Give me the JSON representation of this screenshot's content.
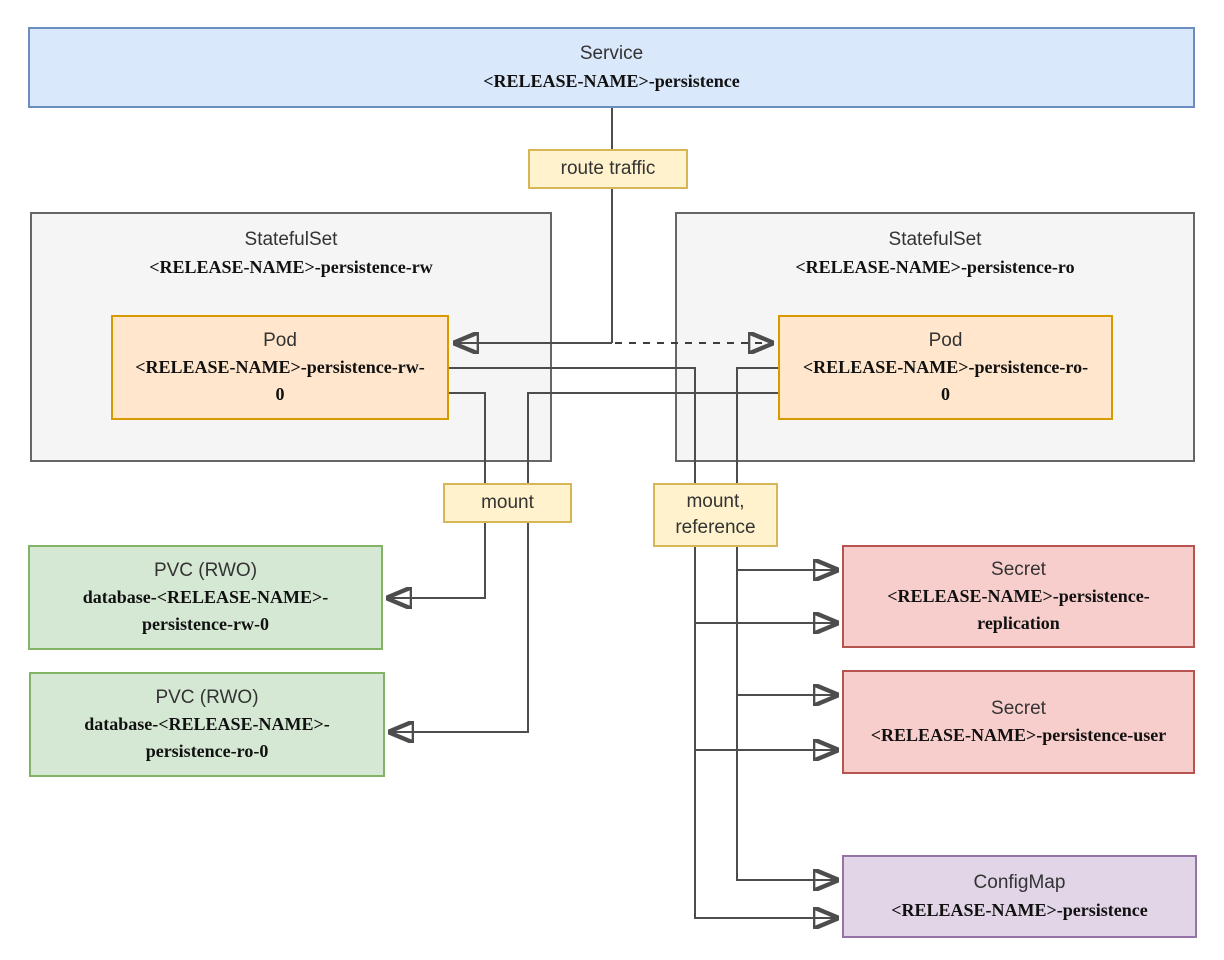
{
  "diagram": {
    "description": "Kubernetes persistence chart architecture diagram",
    "nodes": {
      "service": {
        "type": "Service",
        "name": "<RELEASE-NAME>-persistence"
      },
      "statefulset_rw": {
        "type": "StatefulSet",
        "name": "<RELEASE-NAME>-persistence-rw"
      },
      "statefulset_ro": {
        "type": "StatefulSet",
        "name": "<RELEASE-NAME>-persistence-ro"
      },
      "pod_rw": {
        "type": "Pod",
        "name": "<RELEASE-NAME>-persistence-rw-0"
      },
      "pod_ro": {
        "type": "Pod",
        "name": "<RELEASE-NAME>-persistence-ro-0"
      },
      "pvc_rw": {
        "type": "PVC (RWO)",
        "name": "database-<RELEASE-NAME>-persistence-rw-0"
      },
      "pvc_ro": {
        "type": "PVC (RWO)",
        "name": "database-<RELEASE-NAME>-persistence-ro-0"
      },
      "secret_replication": {
        "type": "Secret",
        "name": "<RELEASE-NAME>-persistence-replication"
      },
      "secret_user": {
        "type": "Secret",
        "name": "<RELEASE-NAME>-persistence-user"
      },
      "configmap": {
        "type": "ConfigMap",
        "name": "<RELEASE-NAME>-persistence"
      }
    },
    "edge_labels": {
      "route_traffic": "route traffic",
      "mount": "mount",
      "mount_reference": "mount, reference"
    },
    "edges": [
      {
        "from": "service",
        "to": "pod_rw",
        "label": "route traffic",
        "style": "solid"
      },
      {
        "from": "service",
        "to": "pod_ro",
        "label": "route traffic",
        "style": "dashed"
      },
      {
        "from": "pod_rw",
        "to": "pvc_rw",
        "label": "mount",
        "style": "solid"
      },
      {
        "from": "pod_ro",
        "to": "pvc_ro",
        "label": "mount",
        "style": "solid"
      },
      {
        "from": "pod_rw",
        "to": "secret_replication",
        "label": "mount, reference",
        "style": "solid"
      },
      {
        "from": "pod_rw",
        "to": "secret_user",
        "label": "mount, reference",
        "style": "solid"
      },
      {
        "from": "pod_rw",
        "to": "configmap",
        "label": "mount, reference",
        "style": "solid"
      },
      {
        "from": "pod_ro",
        "to": "secret_replication",
        "label": "mount, reference",
        "style": "solid"
      },
      {
        "from": "pod_ro",
        "to": "secret_user",
        "label": "mount, reference",
        "style": "solid"
      },
      {
        "from": "pod_ro",
        "to": "configmap",
        "label": "mount, reference",
        "style": "solid"
      }
    ],
    "colors": {
      "service_fill": "#dae8fc",
      "service_border": "#6c8ebf",
      "statefulset_fill": "#f5f5f5",
      "statefulset_border": "#666666",
      "pod_fill": "#ffe6cc",
      "pod_border": "#d79b00",
      "pvc_fill": "#d5e8d4",
      "pvc_border": "#82b366",
      "secret_fill": "#f8cecc",
      "secret_border": "#b85450",
      "configmap_fill": "#e1d5e7",
      "configmap_border": "#9673a6",
      "label_fill": "#fff2cc",
      "label_border": "#d6b656",
      "edge_stroke": "#4d4d4d",
      "arrowhead": "#1a1a1a"
    }
  }
}
